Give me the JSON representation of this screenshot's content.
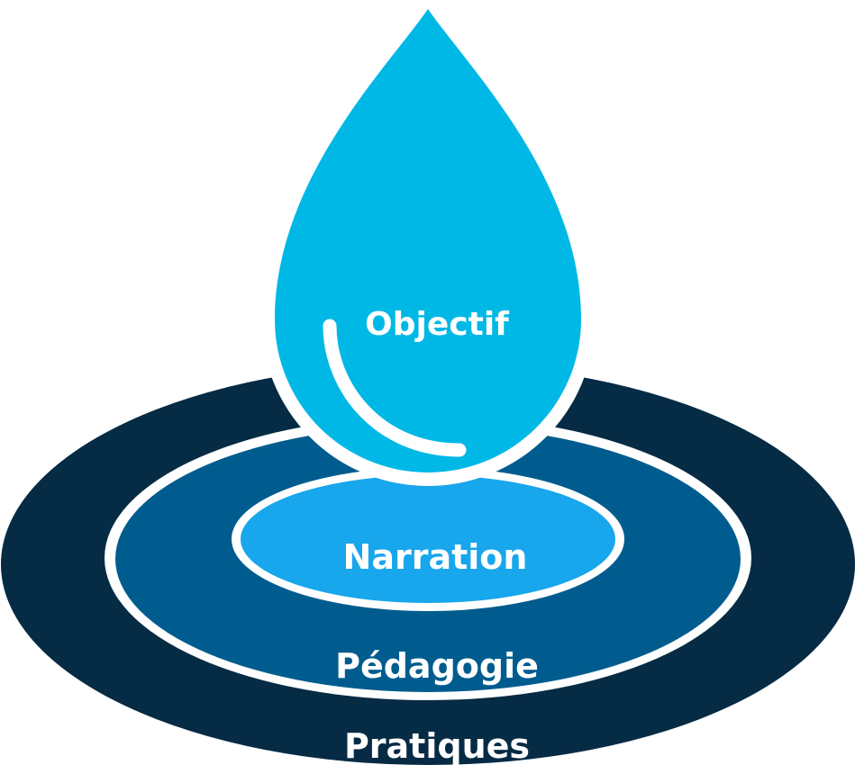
{
  "diagram": {
    "layers": [
      {
        "label": "Objectif",
        "color": "#00B8E5"
      },
      {
        "label": "Narration",
        "color": "#18A6EC"
      },
      {
        "label": "Pédagogie",
        "color": "#005C8E"
      },
      {
        "label": "Pratiques",
        "color": "#062B44"
      }
    ],
    "separator_color": "#ffffff"
  }
}
